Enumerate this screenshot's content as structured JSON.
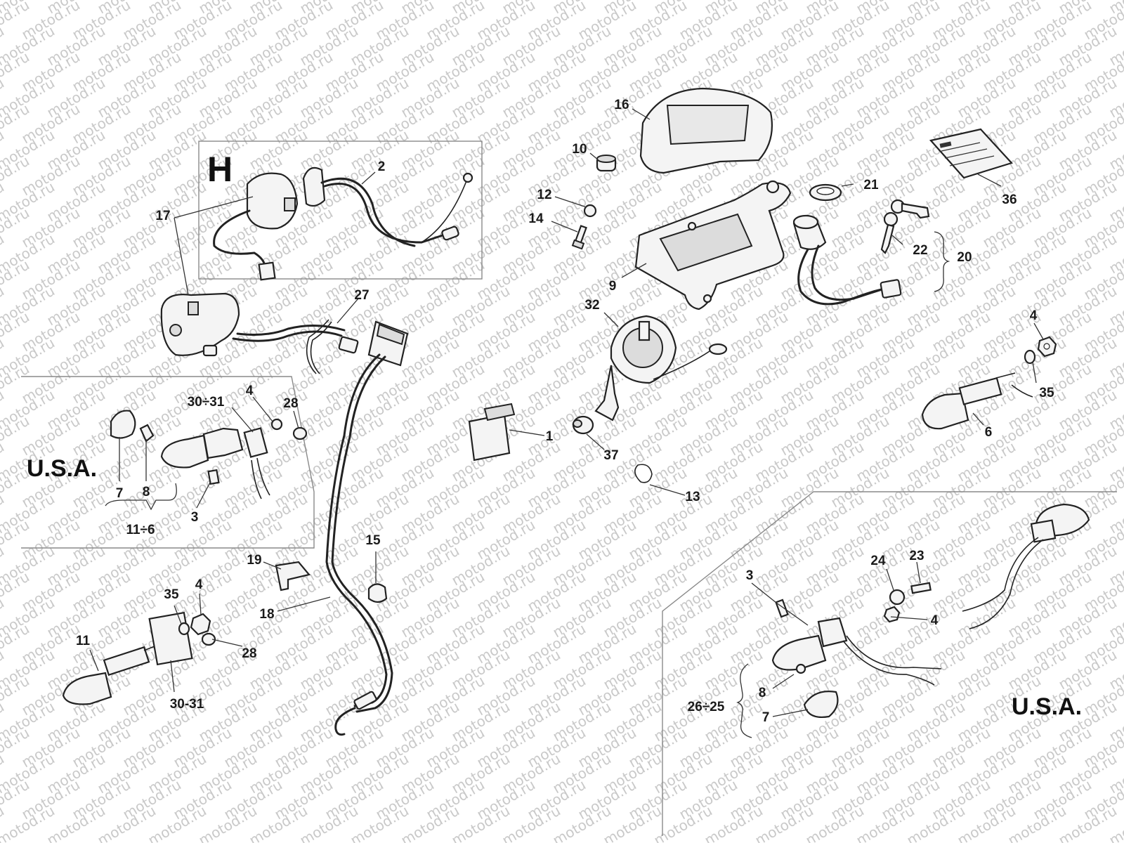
{
  "watermark": {
    "text": "motod.ru",
    "color": "#c9c9c9"
  },
  "group_labels": {
    "h_variant": "H",
    "usa_left": "U.S.A.",
    "usa_right": "U.S.A."
  },
  "callouts": [
    {
      "key": "c16",
      "text": "16"
    },
    {
      "key": "c10",
      "text": "10"
    },
    {
      "key": "c12",
      "text": "12"
    },
    {
      "key": "c14",
      "text": "14"
    },
    {
      "key": "c9",
      "text": "9"
    },
    {
      "key": "c21",
      "text": "21"
    },
    {
      "key": "c22",
      "text": "22"
    },
    {
      "key": "c20",
      "text": "20"
    },
    {
      "key": "c36",
      "text": "36"
    },
    {
      "key": "c2",
      "text": "2"
    },
    {
      "key": "c17",
      "text": "17"
    },
    {
      "key": "c27",
      "text": "27"
    },
    {
      "key": "c32",
      "text": "32"
    },
    {
      "key": "c1",
      "text": "1"
    },
    {
      "key": "c37",
      "text": "37"
    },
    {
      "key": "c13",
      "text": "13"
    },
    {
      "key": "c4a",
      "text": "4"
    },
    {
      "key": "c35a",
      "text": "35"
    },
    {
      "key": "c6",
      "text": "6"
    },
    {
      "key": "c30_31a",
      "text": "30÷31"
    },
    {
      "key": "c4b",
      "text": "4"
    },
    {
      "key": "c28a",
      "text": "28"
    },
    {
      "key": "c7a",
      "text": "7"
    },
    {
      "key": "c8a",
      "text": "8"
    },
    {
      "key": "c3a",
      "text": "3"
    },
    {
      "key": "c11_6",
      "text": "11÷6"
    },
    {
      "key": "c19",
      "text": "19"
    },
    {
      "key": "c18",
      "text": "18"
    },
    {
      "key": "c15",
      "text": "15"
    },
    {
      "key": "c35b",
      "text": "35"
    },
    {
      "key": "c4c",
      "text": "4"
    },
    {
      "key": "c11",
      "text": "11"
    },
    {
      "key": "c28b",
      "text": "28"
    },
    {
      "key": "c30_31b",
      "text": "30-31"
    },
    {
      "key": "c3b",
      "text": "3"
    },
    {
      "key": "c24",
      "text": "24"
    },
    {
      "key": "c23",
      "text": "23"
    },
    {
      "key": "c4d",
      "text": "4"
    },
    {
      "key": "c8b",
      "text": "8"
    },
    {
      "key": "c26_25",
      "text": "26÷25"
    },
    {
      "key": "c7b",
      "text": "7"
    }
  ]
}
